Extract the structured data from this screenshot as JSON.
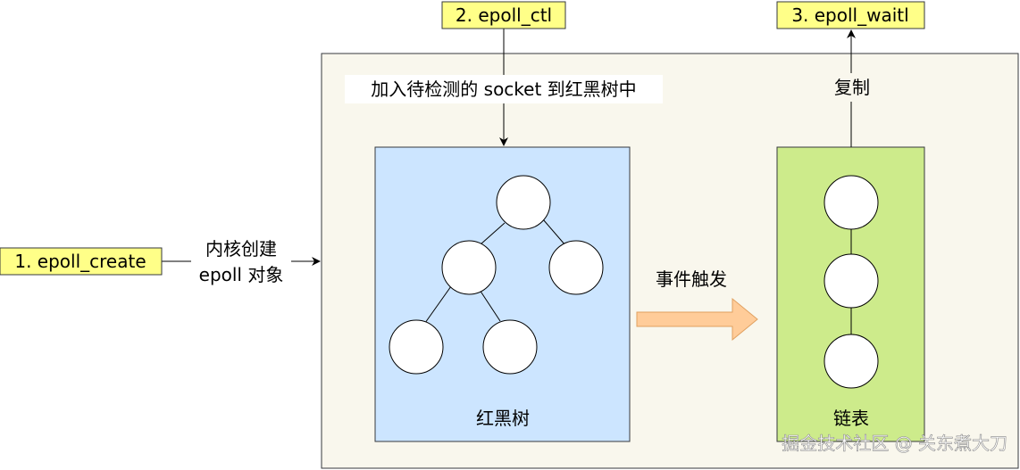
{
  "labels": {
    "epoll_create": "1. epoll_create",
    "epoll_ctl": "2. epoll_ctl",
    "epoll_wait": "3. epoll_waitl",
    "kernel_create_line1": "内核创建",
    "kernel_create_line2": "epoll 对象",
    "add_socket": "加入待检测的 socket 到红黑树中",
    "copy": "复制",
    "event_trigger": "事件触发",
    "rb_tree": "红黑树",
    "linked_list": "链表"
  },
  "watermark": "掘金技术社区 @ 关东煮大刀",
  "colors": {
    "label_box_fill": "#ffff88",
    "container_fill": "#f9f7ed",
    "rb_tree_fill": "#cce5ff",
    "list_fill": "#cdeb8b",
    "arrow_fill": "#ffcc99",
    "arrow_stroke": "#e0a060"
  }
}
